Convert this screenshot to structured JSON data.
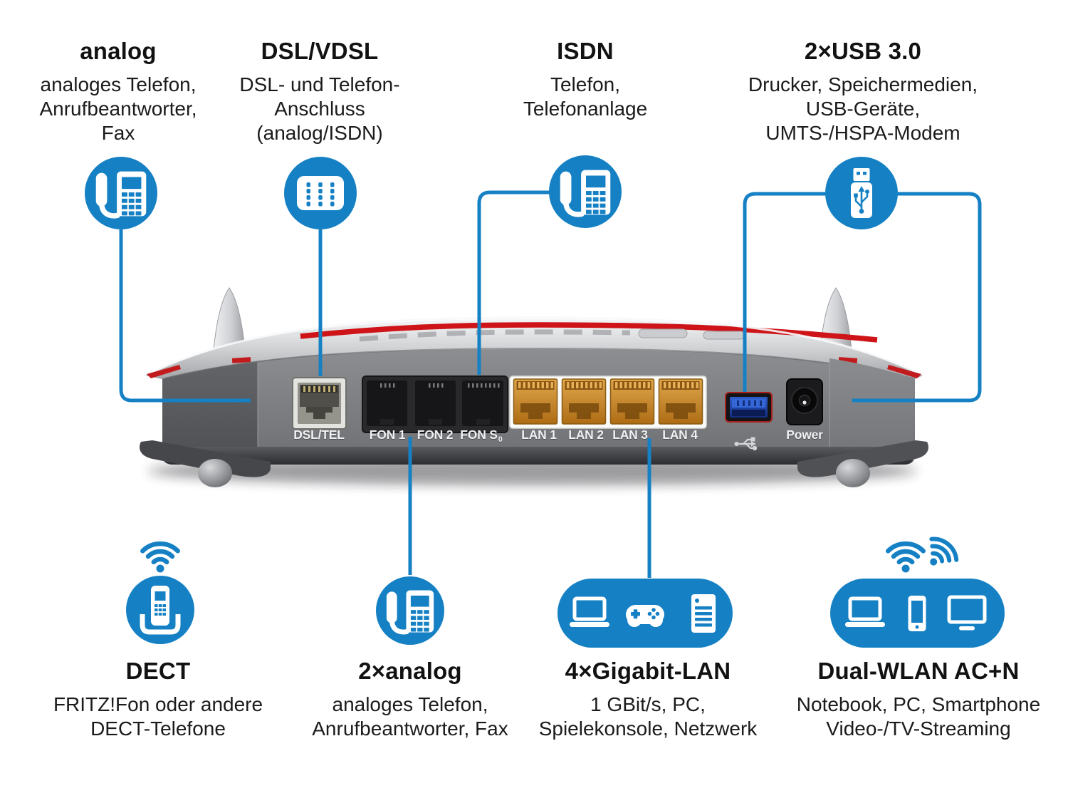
{
  "palette": {
    "accent_blue": "#1581c4",
    "accent_red": "#ce1418"
  },
  "callouts_top": [
    {
      "title": "analog",
      "icon": "desk-phone-icon",
      "lines": [
        "analoges Telefon,",
        "Anrufbeantworter,",
        "Fax"
      ]
    },
    {
      "title": "DSL/VDSL",
      "icon": "tae-socket-icon",
      "lines": [
        "DSL- und Telefon-",
        "Anschluss",
        "(analog/ISDN)"
      ]
    },
    {
      "title": "ISDN",
      "icon": "desk-phone-icon",
      "lines": [
        "Telefon,",
        "Telefonanlage"
      ]
    },
    {
      "title": "2×USB 3.0",
      "icon": "usb-stick-icon",
      "lines": [
        "Drucker, Speichermedien,",
        "USB-Geräte,",
        "UMTS-/HSPA-Modem"
      ]
    }
  ],
  "callouts_bottom": [
    {
      "title": "DECT",
      "icon": "cordless-phone-icon",
      "lines": [
        "FRITZ!Fon oder andere",
        "DECT-Telefone"
      ]
    },
    {
      "title": "2×analog",
      "icon": "desk-phone-icon",
      "lines": [
        "analoges Telefon,",
        "Anrufbeantworter, Fax"
      ]
    },
    {
      "title": "4×Gigabit-LAN",
      "icon": "lan-devices-icons",
      "lines": [
        "1 GBit/s, PC,",
        "Spielekonsole, Netzwerk"
      ]
    },
    {
      "title": "Dual-WLAN AC+N",
      "icon": "wlan-devices-icons",
      "lines": [
        "Notebook, PC, Smartphone",
        "Video-/TV-Streaming"
      ]
    }
  ],
  "router": {
    "ports": [
      {
        "label": "DSL/TEL"
      },
      {
        "label": "FON 1"
      },
      {
        "label": "FON 2"
      },
      {
        "label": "FON S",
        "sub": "0"
      },
      {
        "label": "LAN 1"
      },
      {
        "label": "LAN 2"
      },
      {
        "label": "LAN 3"
      },
      {
        "label": "LAN 4"
      },
      {
        "label": "Power"
      }
    ]
  }
}
